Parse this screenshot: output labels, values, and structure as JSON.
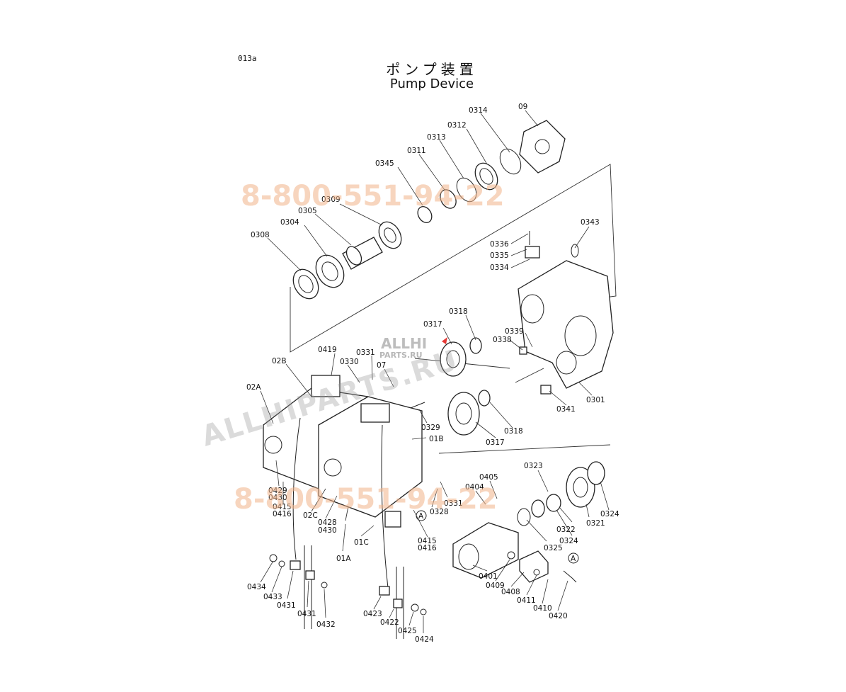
{
  "page_code": "013a",
  "title_jp": "ポンプ装置",
  "title_en": "Pump Device",
  "watermarks": {
    "phone": "8-800-551-94-22",
    "site": "ALLHIPARTS.RU",
    "logo_line1": "ALLHI",
    "logo_line2": "PARTS.RU",
    "phone_color": "#f2b48a",
    "site_color": "#9a9a9a"
  },
  "callouts": [
    "09",
    "0314",
    "0312",
    "0313",
    "0311",
    "0345",
    "0309",
    "0305",
    "0304",
    "0308",
    "0343",
    "0336",
    "0335",
    "0334",
    "0318",
    "0317",
    "0339",
    "0338",
    "0419",
    "0331",
    "0330",
    "02B",
    "07",
    "02A",
    "0329",
    "01B",
    "0318",
    "0317",
    "0341",
    "0301",
    "0323",
    "0405",
    "0404",
    "0324",
    "0429",
    "0430",
    "0415",
    "0416",
    "0331",
    "0328",
    "02C",
    "0428",
    "0430",
    "01C",
    "0415",
    "0416",
    "01A",
    "0322",
    "0321",
    "0324",
    "0325",
    "0434",
    "0433",
    "0431",
    "0431",
    "0432",
    "0423",
    "0422",
    "0425",
    "0424",
    "0401",
    "0409",
    "0408",
    "0411",
    "0410",
    "0420"
  ],
  "reference_marks": [
    "A",
    "A"
  ]
}
